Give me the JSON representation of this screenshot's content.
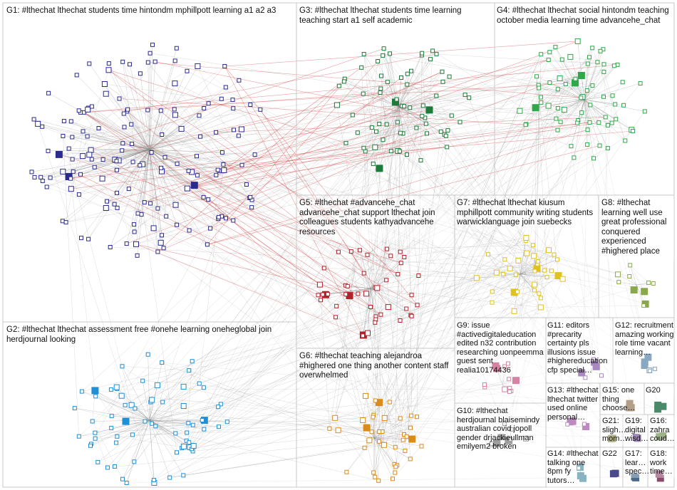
{
  "graph": {
    "colors": {
      "background": "#ffffff",
      "panel_border": "#c8c8c8",
      "edge": "#8c8c8c",
      "edge_highlight": "#d02b2b"
    },
    "groups": [
      {
        "id": "G1",
        "label": "G1: #lthechat lthechat students time hintondm mphillpott learning a1 a2 a3",
        "color": "#2b2b8f"
      },
      {
        "id": "G2",
        "label": "G2: #lthechat lthechat assessment free #onehe learning oneheglobal join herdjournal looking",
        "color": "#1f8fd6"
      },
      {
        "id": "G3",
        "label": "G3: #lthechat lthechat students time learning teaching start a1 self academic",
        "color": "#1d7a3a"
      },
      {
        "id": "G4",
        "label": "G4: #lthechat lthechat social hintondm teaching october media learning time advancehe_chat",
        "color": "#2fa84a"
      },
      {
        "id": "G5",
        "label": "G5: #lthechat #advancehe_chat advancehe_chat support lthechat join colleagues students kathyadvancehe resources",
        "color": "#b3202a"
      },
      {
        "id": "G6",
        "label": "G6: #lthechat teaching alejandroa #highered one thing another content staff overwhelmed",
        "color": "#d98c1a"
      },
      {
        "id": "G7",
        "label": "G7: #lthechat lthechat kiusum mphillpott community writing students warwicklanguage join suebecks",
        "color": "#e0c21a"
      },
      {
        "id": "G8",
        "label": "G8: #lthechat learning well use great professional conquered experienced #highered place",
        "color": "#8aa84a"
      },
      {
        "id": "G9",
        "label": "G9: issue #activedigitaleducation edited n32 contribution researching uonpeemma guest sent realia10174436",
        "color": "#c04070"
      },
      {
        "id": "G10",
        "label": "G10: #lthechat herdjournal blaisemindy australian covid jopoll gender drjackieullman emilyem2 broken",
        "color": "#6a6a6a"
      },
      {
        "id": "G11",
        "label": "G11: editors #precarity certainty pls illusions issue #highereducation cfp special…",
        "color": "#7a4aa0"
      },
      {
        "id": "G12",
        "label": "G12: recruitment amazing working role time vacant learning…",
        "color": "#4a7aa0"
      },
      {
        "id": "G13",
        "label": "G13: #lthechat lthechat twitter used online personal…",
        "color": "#9a4aa0"
      },
      {
        "id": "G14",
        "label": "G14: #lthechat talking one 8pm fy tutors…",
        "color": "#4a8aa0"
      },
      {
        "id": "G15",
        "label": "G15: one thing choose…",
        "color": "#8a6a4a"
      },
      {
        "id": "G16",
        "label": "G16: zahra coud…",
        "color": "#6a8a4a"
      },
      {
        "id": "G17",
        "label": "G17: lear… spec…",
        "color": "#4a6a8a"
      },
      {
        "id": "G18",
        "label": "G18: work time…",
        "color": "#8a4a6a"
      },
      {
        "id": "G19",
        "label": "G19: digital wisd…",
        "color": "#6a4a8a"
      },
      {
        "id": "G20",
        "label": "G20",
        "color": "#4a8a6a"
      },
      {
        "id": "G21",
        "label": "G21: sligh… mom…",
        "color": "#8a8a4a"
      },
      {
        "id": "G22",
        "label": "G22",
        "color": "#4a4a8a"
      }
    ]
  }
}
